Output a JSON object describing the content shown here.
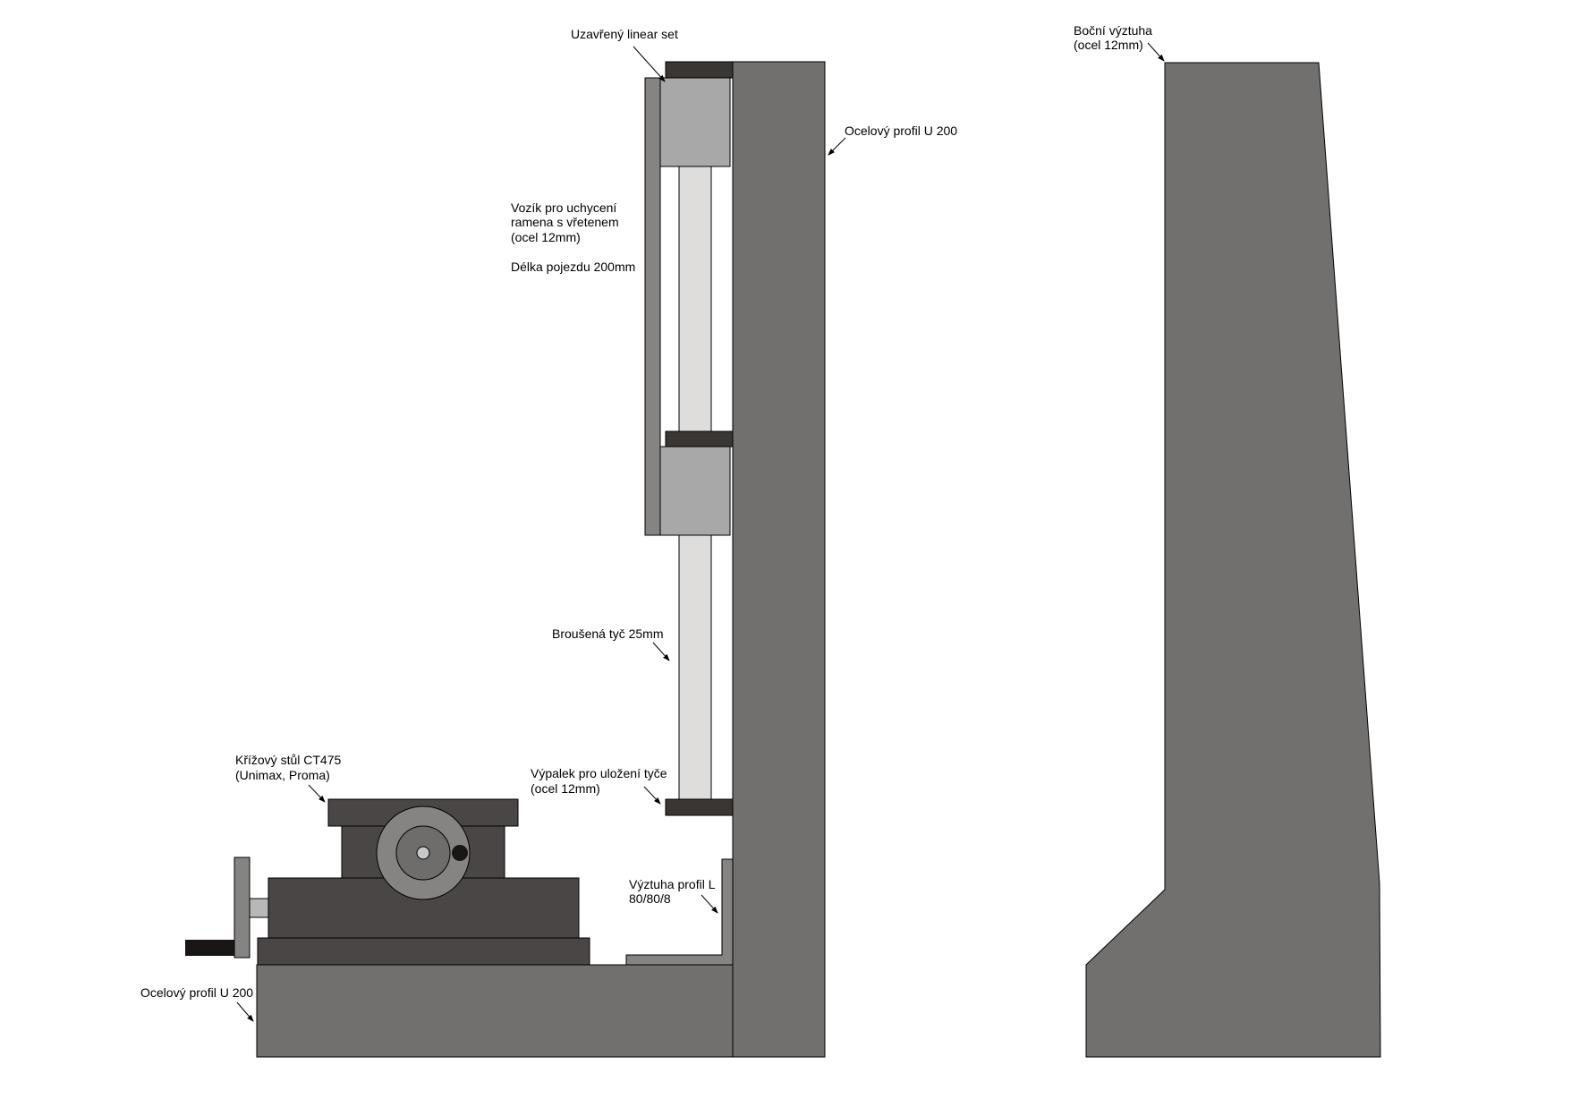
{
  "labels": {
    "linear_set": "Uzavřený linear set",
    "column_profile": "Ocelový profil U 200",
    "carriage": [
      "Vozík pro uchycení",
      "ramena s vřetenem",
      "(ocel 12mm)"
    ],
    "travel_length": "Délka pojezdu 200mm",
    "ground_rod": "Broušená tyč 25mm",
    "cross_table": [
      "Křížový stůl CT475",
      "(Unimax, Proma)"
    ],
    "rod_mount": [
      "Výpalek pro uložení tyče",
      "(ocel 12mm)"
    ],
    "l_brace": [
      "Výztuha profil L",
      "80/80/8"
    ],
    "base_profile": "Ocelový profil U 200",
    "side_brace": [
      "Boční výztuha",
      "(ocel 12mm)"
    ]
  },
  "colors": {
    "steel": "#72706e",
    "dark_block": "#3a3634",
    "bearing": "#a8a8a8",
    "rod": "#dedddb",
    "carriage": "#858483",
    "table": "#4a4645"
  }
}
